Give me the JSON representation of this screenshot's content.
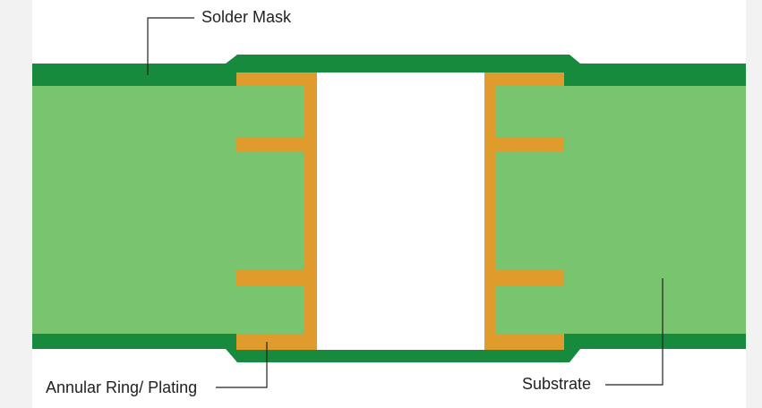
{
  "labels": {
    "solder_mask": "Solder Mask",
    "annular_ring": "Annular Ring/ Plating",
    "substrate": "Substrate"
  },
  "colors": {
    "background": "#f2f2f2",
    "canvas": "#ffffff",
    "solder_mask": "#178a3e",
    "substrate": "#78c46f",
    "plating": "#e09b2d",
    "hole": "#ffffff",
    "leader_line": "#222222"
  }
}
